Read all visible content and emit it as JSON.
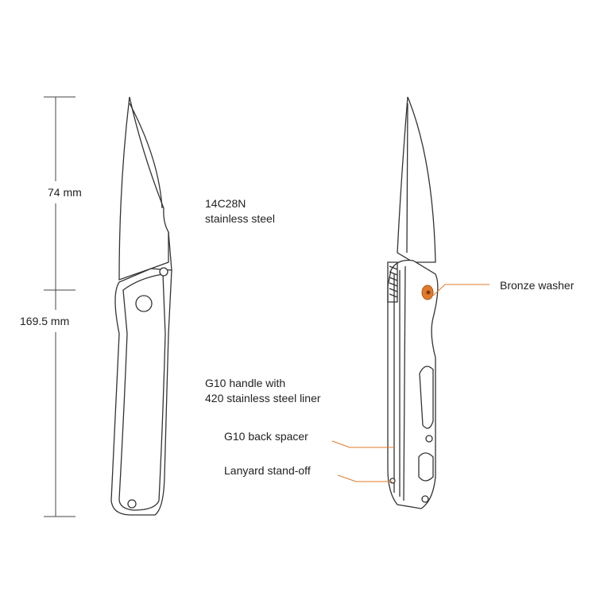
{
  "dimensions": {
    "blade_length": "74 mm",
    "overall_length": "169.5 mm"
  },
  "labels": {
    "blade_material_line1": "14C28N",
    "blade_material_line2": "stainless steel",
    "handle_line1": "G10 handle with",
    "handle_line2": "420 stainless steel liner",
    "back_spacer": "G10 back spacer",
    "lanyard": "Lanyard stand-off",
    "washer": "Bronze washer"
  },
  "colors": {
    "accent": "#e07a2a",
    "line": "#333333"
  }
}
